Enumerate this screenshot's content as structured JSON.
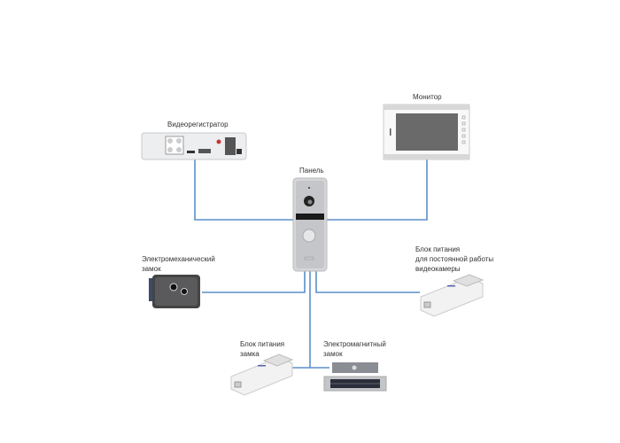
{
  "labels": {
    "recorder": "Видеорегистратор",
    "monitor": "Монитор",
    "panel": "Панель",
    "mech_lock_1": "Электромеханический",
    "mech_lock_2": "замок",
    "psu_cam_1": "Блок питания",
    "psu_cam_2": "для постоянной работы",
    "psu_cam_3": "видеокамеры",
    "psu_lock_1": "Блок питания",
    "psu_lock_2": "замка",
    "mag_lock_1": "Электромагнитный",
    "mag_lock_2": "замок"
  },
  "colors": {
    "wire": "#5b8fc8"
  }
}
